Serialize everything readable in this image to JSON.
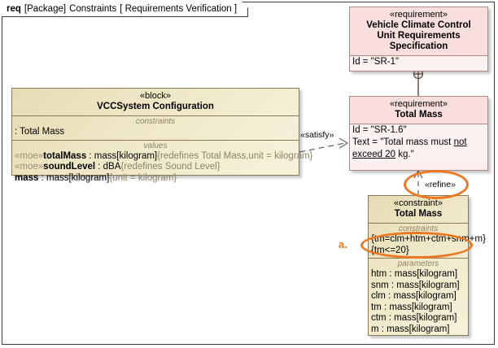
{
  "frame": {
    "keyword": "req",
    "type": "[Package]",
    "package": "Constraints",
    "view": "[ Requirements Verification ]"
  },
  "block": {
    "stereotype": "«block»",
    "name": "VCCSystem Configuration",
    "constraints_title": "constraints",
    "constraints": [
      ": Total Mass"
    ],
    "values_title": "values",
    "values": [
      {
        "moe": "«moe»",
        "name": "totalMass",
        "type": " : mass[kilogram]",
        "redefines": "{redefines Total Mass,unit = kilogram}"
      },
      {
        "moe": "«moe»",
        "name": "soundLevel",
        "type": " : dBA",
        "redefines": "{redefines Sound Level}"
      },
      {
        "moe": "",
        "name": "mass",
        "type": " : mass[kilogram]",
        "redefines": "{unit = kilogram}"
      }
    ]
  },
  "requirement_top": {
    "stereotype": "«requirement»",
    "name_line1": "Vehicle Climate Control",
    "name_line2": "Unit Requirements",
    "name_line3": "Specification",
    "id_label": "Id = \"SR-1\""
  },
  "requirement_sub": {
    "stereotype": "«requirement»",
    "name": "Total Mass",
    "id_label": "Id = \"SR-1.6\"",
    "text_prefix": "Text = \"Total mass must ",
    "text_underline1": "not",
    "text_underline2": "exceed 20",
    "text_suffix": " kg.\""
  },
  "constraint_block": {
    "stereotype": "«constraint»",
    "name": "Total Mass",
    "constraints_title": "constraints",
    "constraints": [
      "{tm=clm+htm+ctm+snm+m}",
      "{tm<=20}"
    ],
    "parameters_title": "parameters",
    "parameters": [
      "htm : mass[kilogram]",
      "snm : mass[kilogram]",
      "clm : mass[kilogram]",
      "tm : mass[kilogram]",
      "ctm : mass[kilogram]",
      "m : mass[kilogram]"
    ]
  },
  "connectors": {
    "satisfy_label": "«satisfy»",
    "refine_label": "«refine»",
    "containment_icon": "circle-plus-containment-icon"
  },
  "annotations": {
    "letter_a": "a.",
    "highlight_color": "#ee7722"
  }
}
